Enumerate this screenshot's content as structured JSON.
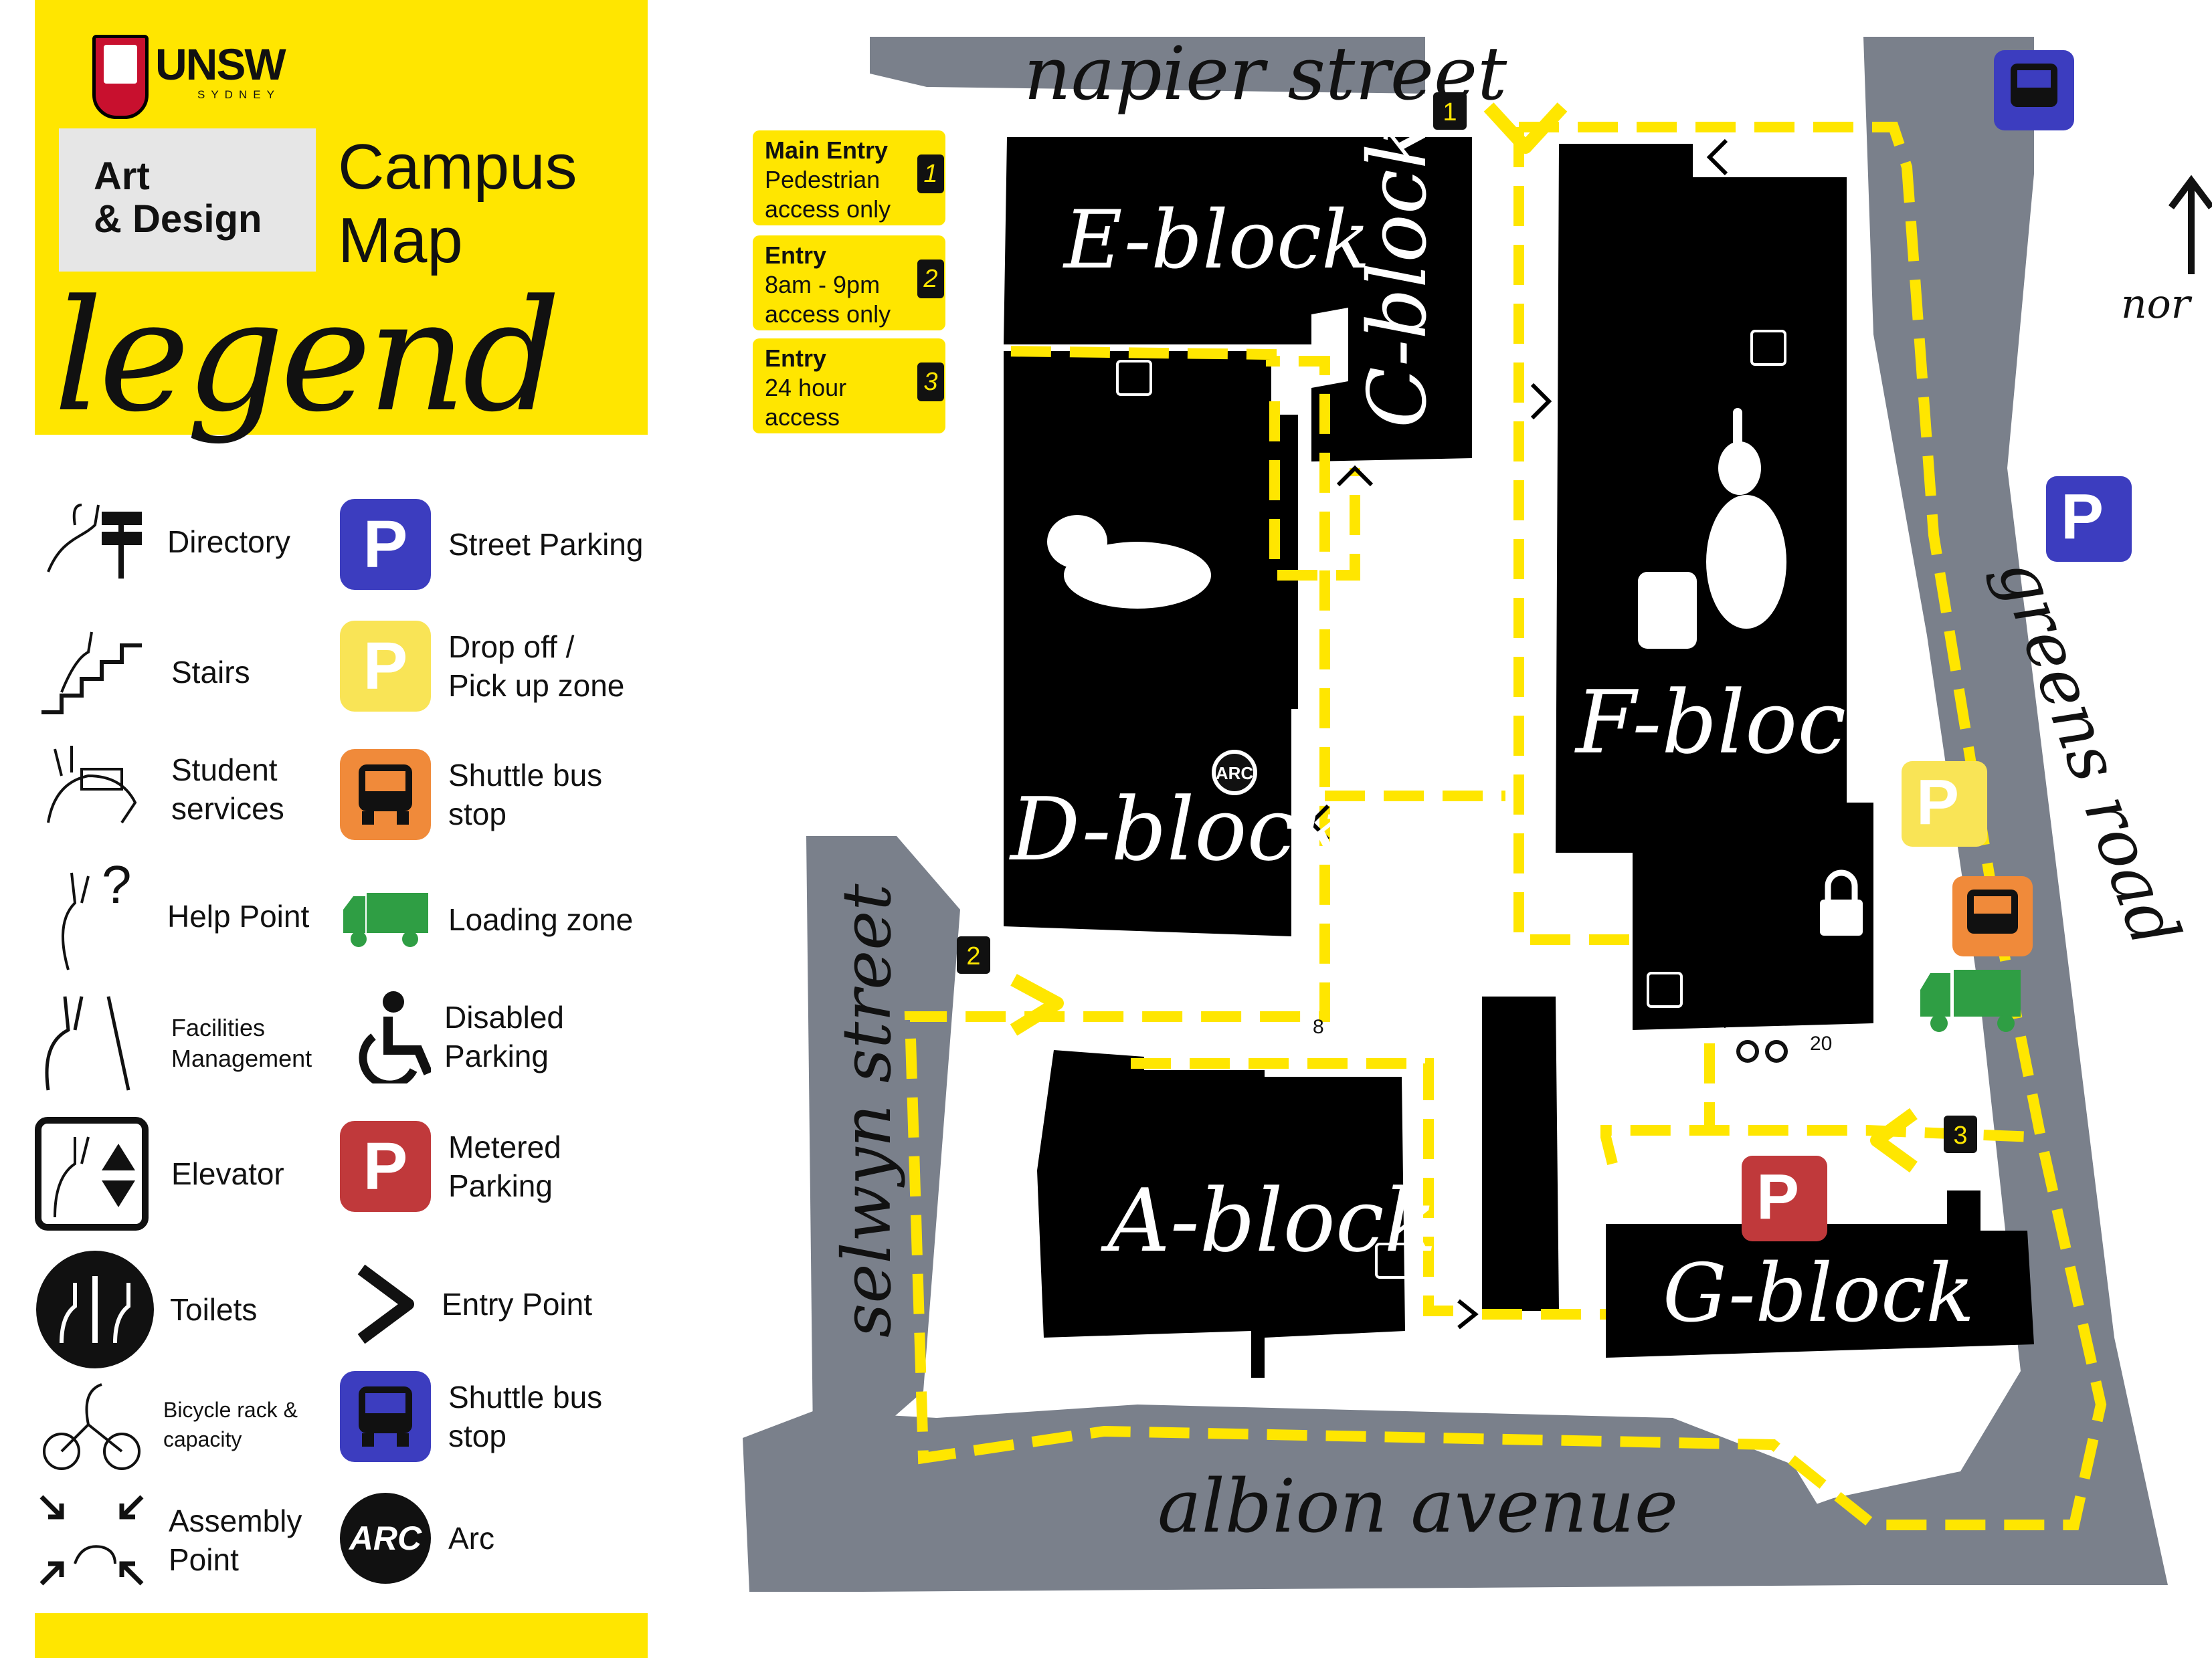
{
  "brand": {
    "name": "UNSW",
    "sub": "SYDNEY",
    "faculty_line1": "Art",
    "faculty_line2": "& Design"
  },
  "title": {
    "line1": "Campus",
    "line2": "Map"
  },
  "legend_heading": "legend",
  "legend_items": [
    {
      "label": "Directory",
      "icon": "directory-icon"
    },
    {
      "label": "Street Parking",
      "icon": "street-parking-icon",
      "color": "#3c3dbf",
      "glyph": "P"
    },
    {
      "label": "Stairs",
      "icon": "stairs-icon"
    },
    {
      "label_line1": "Drop off /",
      "label_line2": "Pick up zone",
      "icon": "drop-off-parking-icon",
      "color": "#f9e456",
      "glyph": "P"
    },
    {
      "label_line1": "Student",
      "label_line2": "services",
      "icon": "student-services-icon"
    },
    {
      "label_line1": "Shuttle bus",
      "label_line2": "stop",
      "icon": "shuttle-bus-icon",
      "color": "#f08a3a"
    },
    {
      "label": "Help Point",
      "icon": "help-point-icon"
    },
    {
      "label": "Loading zone",
      "icon": "loading-truck-icon",
      "color": "#2f9e44"
    },
    {
      "label_line1": "Facilities",
      "label_line2": "Management",
      "icon": "facilities-icon"
    },
    {
      "label_line1": "Disabled",
      "label_line2": "Parking",
      "icon": "wheelchair-icon"
    },
    {
      "label": "Elevator",
      "icon": "elevator-icon"
    },
    {
      "label_line1": "Metered",
      "label_line2": "Parking",
      "icon": "metered-parking-icon",
      "color": "#c0393b",
      "glyph": "P"
    },
    {
      "label": "Toilets",
      "icon": "toilets-icon"
    },
    {
      "label": "Entry Point",
      "icon": "entry-chevron-icon"
    },
    {
      "label_line1": "Bicycle rack &",
      "label_line2": "capacity",
      "icon": "bicycle-icon"
    },
    {
      "label_line1": "Shuttle bus",
      "label_line2": "stop",
      "icon": "shuttle-bus-blue-icon",
      "color": "#3c3dbf"
    },
    {
      "label_line1": "Assembly",
      "label_line2": "Point",
      "icon": "assembly-point-icon"
    },
    {
      "label": "Arc",
      "icon": "arc-icon",
      "glyph": "ARC"
    }
  ],
  "entries": [
    {
      "number": "1",
      "line1": "Main Entry",
      "line2": "Pedestrian",
      "line3": "access only"
    },
    {
      "number": "2",
      "line1": "Entry",
      "line2": "8am - 9pm",
      "line3": "access only"
    },
    {
      "number": "3",
      "line1": "Entry",
      "line2": "24 hour",
      "line3": "access"
    }
  ],
  "roads": {
    "north": "napier street",
    "west": "selwyn street",
    "south": "albion avenue",
    "east": "greens road"
  },
  "blocks": {
    "e": "E-block",
    "c": "C-block",
    "d": "D-block",
    "f": "F-block",
    "a": "A-block",
    "g": "G-block"
  },
  "north_label": "nor",
  "bike_capacity": {
    "a": "8",
    "f": "20"
  },
  "entry_markers": {
    "one": "1",
    "two": "2",
    "three": "3"
  },
  "colors": {
    "yellow": "#ffe600",
    "road": "#7a808b",
    "building": "#000000",
    "parking_blue": "#3c3dbf",
    "parking_red": "#c0393b",
    "shuttle_orange": "#f08a3a",
    "loading_green": "#2f9e44"
  }
}
